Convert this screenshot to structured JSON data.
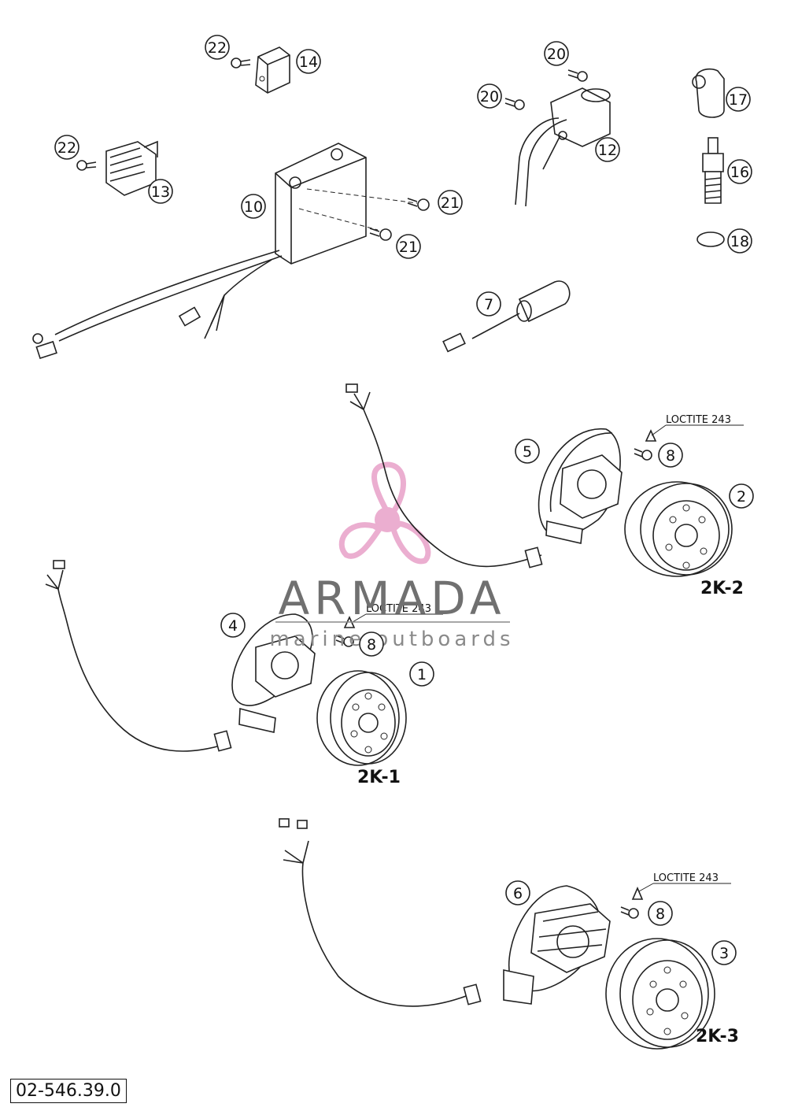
{
  "callouts": [
    {
      "id": "c22a",
      "text": "22"
    },
    {
      "id": "c14",
      "text": "14"
    },
    {
      "id": "c20a",
      "text": "20"
    },
    {
      "id": "c20b",
      "text": "20"
    },
    {
      "id": "c17",
      "text": "17"
    },
    {
      "id": "c12",
      "text": "12"
    },
    {
      "id": "c22b",
      "text": "22"
    },
    {
      "id": "c13",
      "text": "13"
    },
    {
      "id": "c10",
      "text": "10"
    },
    {
      "id": "c21a",
      "text": "21"
    },
    {
      "id": "c21b",
      "text": "21"
    },
    {
      "id": "c16",
      "text": "16"
    },
    {
      "id": "c18",
      "text": "18"
    },
    {
      "id": "c7",
      "text": "7"
    },
    {
      "id": "c5",
      "text": "5"
    },
    {
      "id": "c8a",
      "text": "8"
    },
    {
      "id": "c2",
      "text": "2"
    },
    {
      "id": "c4",
      "text": "4"
    },
    {
      "id": "c8b",
      "text": "8"
    },
    {
      "id": "c1",
      "text": "1"
    },
    {
      "id": "c6",
      "text": "6"
    },
    {
      "id": "c8c",
      "text": "8"
    },
    {
      "id": "c3",
      "text": "3"
    }
  ],
  "loctite_labels": [
    "LOCTITE 243",
    "LOCTITE 243",
    "LOCTITE 243"
  ],
  "group_labels": {
    "g2k2": "2K-2",
    "g2k1": "2K-1",
    "g2k3": "2K-3"
  },
  "watermark": {
    "title": "ARMADA",
    "subtitle": "marine outboards",
    "colors": {
      "logo": "#e8a0c8",
      "text": "#707070"
    }
  },
  "reference_number": "02-546.39.0"
}
